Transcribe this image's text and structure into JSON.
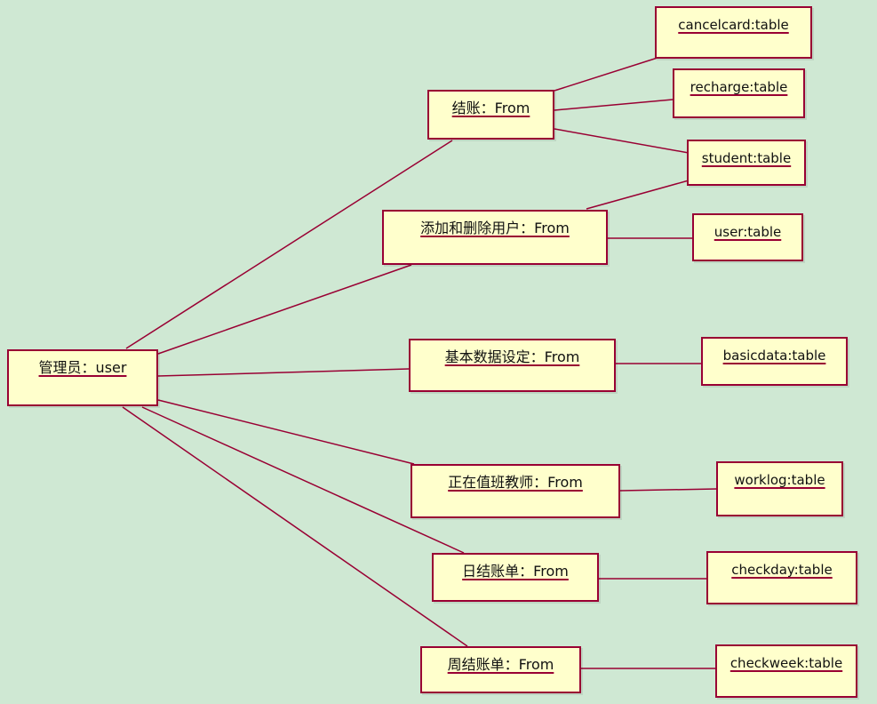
{
  "diagram": {
    "colors": {
      "background": "#cfe8d3",
      "node_fill": "#ffffcc",
      "node_border": "#990033",
      "edge": "#990033"
    },
    "nodes": [
      {
        "id": "admin",
        "label": "管理员：user"
      },
      {
        "id": "checkout_form",
        "label": "结账：From"
      },
      {
        "id": "user_mgmt_form",
        "label": "添加和删除用户：From"
      },
      {
        "id": "basicdata_form",
        "label": "基本数据设定：From"
      },
      {
        "id": "worklog_form",
        "label": "正在值班教师：From"
      },
      {
        "id": "checkday_form",
        "label": "日结账单：From"
      },
      {
        "id": "checkweek_form",
        "label": "周结账单：From"
      },
      {
        "id": "cancelcard_table",
        "label": "cancelcard:table"
      },
      {
        "id": "recharge_table",
        "label": "recharge:table"
      },
      {
        "id": "student_table",
        "label": "student:table"
      },
      {
        "id": "user_table",
        "label": "user:table"
      },
      {
        "id": "basicdata_table",
        "label": "basicdata:table"
      },
      {
        "id": "worklog_table",
        "label": "worklog:table"
      },
      {
        "id": "checkday_table",
        "label": "checkday:table"
      },
      {
        "id": "checkweek_table",
        "label": "checkweek:table"
      }
    ],
    "edges": [
      {
        "from": "admin",
        "to": "checkout_form"
      },
      {
        "from": "admin",
        "to": "user_mgmt_form"
      },
      {
        "from": "admin",
        "to": "basicdata_form"
      },
      {
        "from": "admin",
        "to": "worklog_form"
      },
      {
        "from": "admin",
        "to": "checkday_form"
      },
      {
        "from": "admin",
        "to": "checkweek_form"
      },
      {
        "from": "checkout_form",
        "to": "cancelcard_table"
      },
      {
        "from": "checkout_form",
        "to": "recharge_table"
      },
      {
        "from": "checkout_form",
        "to": "student_table"
      },
      {
        "from": "user_mgmt_form",
        "to": "student_table"
      },
      {
        "from": "user_mgmt_form",
        "to": "user_table"
      },
      {
        "from": "basicdata_form",
        "to": "basicdata_table"
      },
      {
        "from": "worklog_form",
        "to": "worklog_table"
      },
      {
        "from": "checkday_form",
        "to": "checkday_table"
      },
      {
        "from": "checkweek_form",
        "to": "checkweek_table"
      }
    ]
  }
}
